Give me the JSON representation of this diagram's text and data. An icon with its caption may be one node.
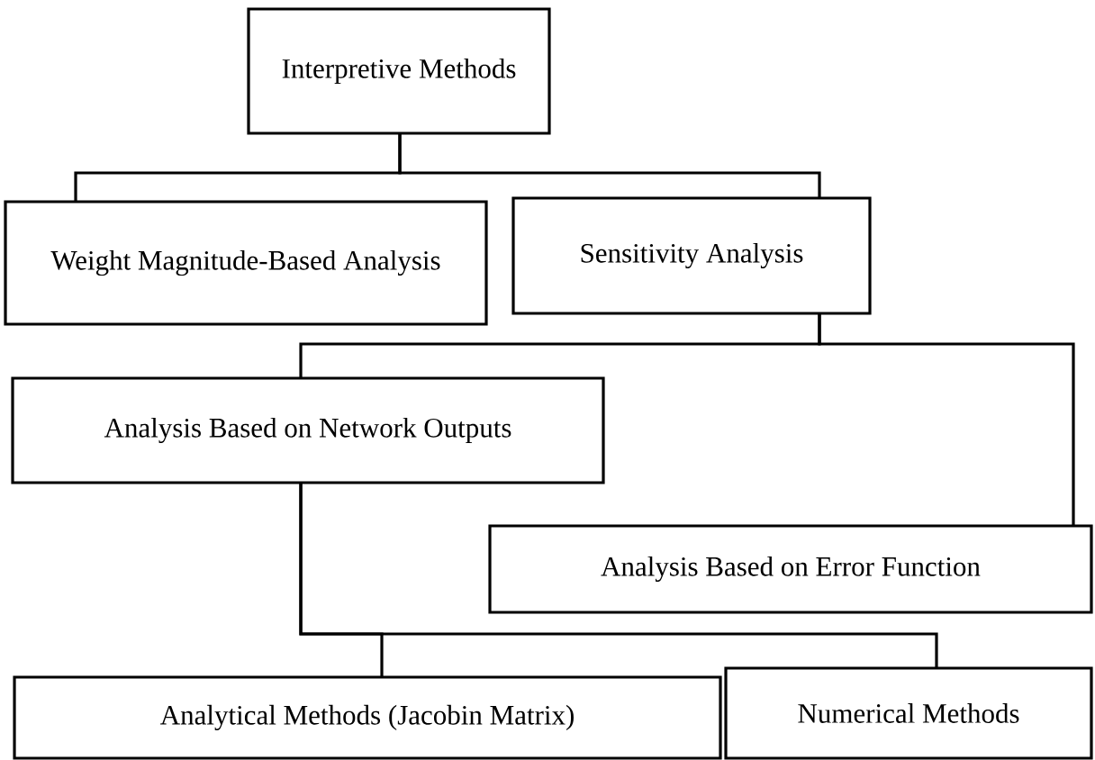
{
  "diagram": {
    "nodes": [
      {
        "text": [
          "Interpretive Methods"
        ]
      },
      {
        "text": [
          "Weight Magnitude-Based Analysis"
        ]
      },
      {
        "text": [
          "Sensitivity Analysis"
        ]
      },
      {
        "text": [
          "Analysis Based on Network Outputs"
        ]
      },
      {
        "text": [
          "Analysis Based on Error Function"
        ]
      },
      {
        "text": [
          "Analytical Methods (Jacobin Matrix)"
        ]
      },
      {
        "text": [
          "Numerical Methods"
        ]
      }
    ],
    "edges": [
      {
        "from": 0,
        "to": 1,
        "arrow": "none"
      },
      {
        "from": 0,
        "to": 2,
        "arrow": "none"
      },
      {
        "from": 2,
        "to": 3,
        "arrow": "none"
      },
      {
        "from": 2,
        "to": 4,
        "arrow": "none"
      },
      {
        "from": 3,
        "to": 5,
        "arrow": "none"
      },
      {
        "from": 3,
        "to": 6,
        "arrow": "none"
      }
    ]
  }
}
